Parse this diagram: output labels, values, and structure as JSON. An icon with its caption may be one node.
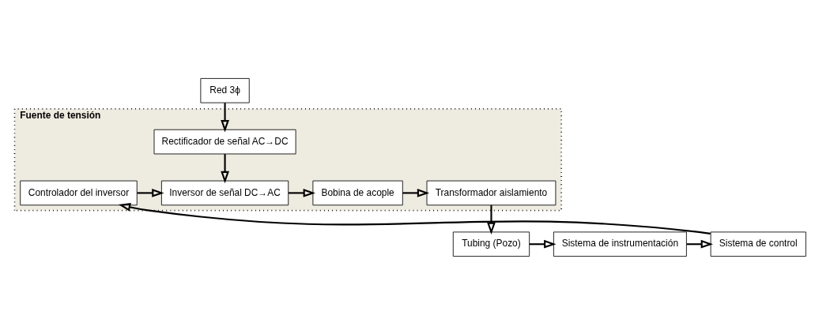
{
  "diagram": {
    "nodes": [
      {
        "text": [
          "Fuente de tensión"
        ]
      },
      {
        "text": [
          "Red 3ϕ"
        ]
      },
      {
        "text": [
          "Rectificador de señal AC→DC"
        ],
        "in": 0
      },
      {
        "text": [
          "Controlador del inversor"
        ],
        "in": 0
      },
      {
        "text": [
          "Inversor de señal DC→AC"
        ],
        "in": 0
      },
      {
        "text": [
          "Bobina de acople"
        ],
        "in": 0
      },
      {
        "text": [
          "Transformador aislamiento"
        ],
        "in": 0
      },
      {
        "text": [
          "Sistema de control"
        ]
      },
      {
        "text": [
          "Sistema de instrumentación"
        ]
      },
      {
        "text": [
          "Tubing (Pozo)"
        ]
      }
    ],
    "edges": [
      {
        "from": 1,
        "to": 2,
        "arrow": "to"
      },
      {
        "from": 2,
        "to": 4,
        "arrow": "to"
      },
      {
        "from": 3,
        "to": 4,
        "arrow": "to"
      },
      {
        "from": 4,
        "to": 5,
        "arrow": "to"
      },
      {
        "from": 5,
        "to": 6,
        "arrow": "to"
      },
      {
        "from": 6,
        "to": 9,
        "arrow": "to"
      },
      {
        "from": 9,
        "to": 8,
        "arrow": "to"
      },
      {
        "from": 8,
        "to": 7,
        "arrow": "to"
      },
      {
        "from": 7,
        "to": 3,
        "arrow": "to"
      }
    ]
  }
}
